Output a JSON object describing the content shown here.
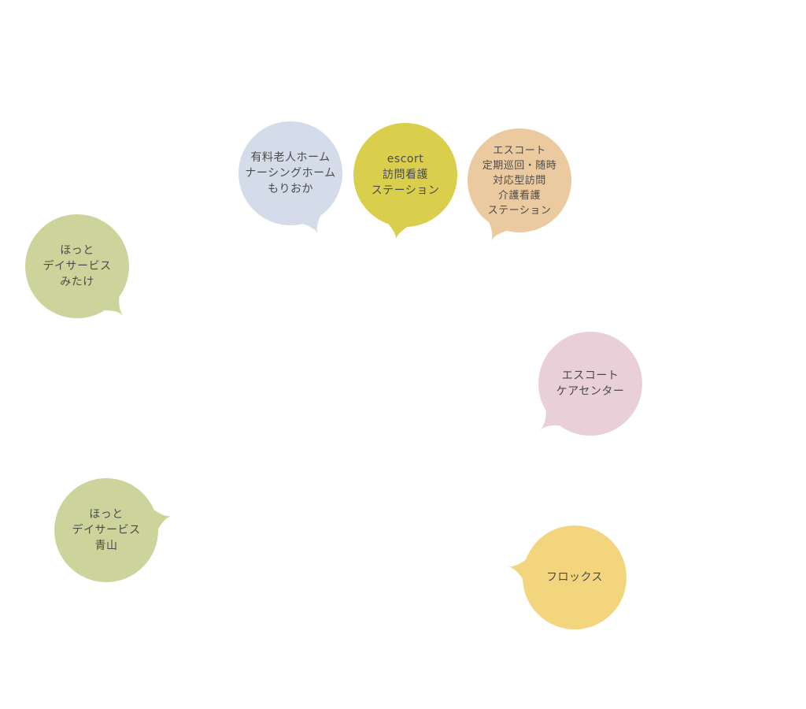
{
  "bubbles": [
    {
      "id": "moriokа",
      "lines": [
        "有料老人ホーム",
        "ナーシングホーム",
        "もりおか"
      ],
      "color": "#d4dbe9"
    },
    {
      "id": "escort-houmon",
      "lines": [
        "escort",
        "訪問看護",
        "ステーション"
      ],
      "color": "#d9cf4c"
    },
    {
      "id": "escort-teiki",
      "lines": [
        "エスコート",
        "定期巡回・随時",
        "対応型訪問",
        "介護看護",
        "ステーション"
      ],
      "color": "#ebcaa0"
    },
    {
      "id": "hotto-mitake",
      "lines": [
        "ほっと",
        "デイサービス",
        "みたけ"
      ],
      "color": "#cdd49b"
    },
    {
      "id": "escort-care",
      "lines": [
        "エスコート",
        "ケアセンター"
      ],
      "color": "#e8cfd8"
    },
    {
      "id": "hotto-aoyama",
      "lines": [
        "ほっと",
        "デイサービス",
        "青山"
      ],
      "color": "#cdd49b"
    },
    {
      "id": "phlox",
      "lines": [
        "フロックス"
      ],
      "color": "#f3d57e"
    }
  ]
}
